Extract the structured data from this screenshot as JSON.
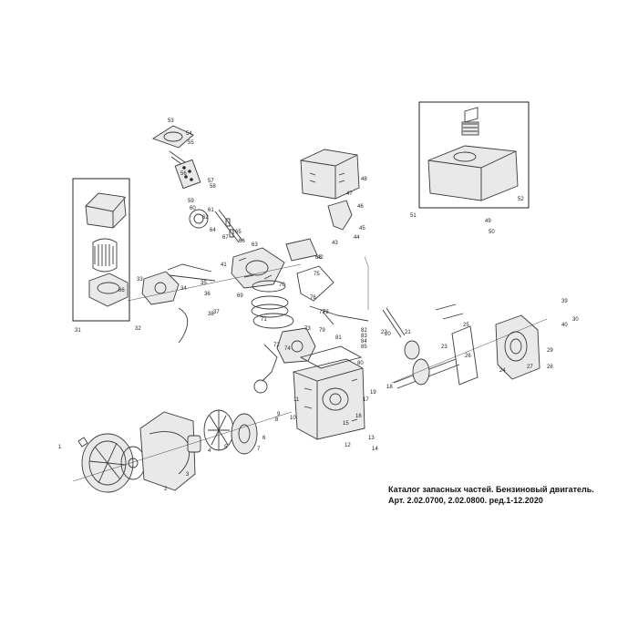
{
  "caption": {
    "line1": "Каталог запасных частей. Бензиновый двигатель.",
    "line2": "Арт. 2.02.0700, 2.02.0800.  ред.1-12.2020"
  },
  "callouts": [
    {
      "label": "53"
    },
    {
      "label": "54"
    },
    {
      "label": "55"
    },
    {
      "label": "56"
    },
    {
      "label": "57"
    },
    {
      "label": "58"
    },
    {
      "label": "59"
    },
    {
      "label": "60"
    },
    {
      "label": "61"
    },
    {
      "label": "62"
    },
    {
      "label": "63"
    },
    {
      "label": "64"
    },
    {
      "label": "65"
    },
    {
      "label": "66"
    },
    {
      "label": "67"
    },
    {
      "label": "68"
    },
    {
      "label": "69"
    },
    {
      "label": "70"
    },
    {
      "label": "71"
    },
    {
      "label": "72"
    },
    {
      "label": "73"
    },
    {
      "label": "74"
    },
    {
      "label": "75"
    },
    {
      "label": "76"
    },
    {
      "label": "77"
    },
    {
      "label": "78"
    },
    {
      "label": "79"
    },
    {
      "label": "80"
    },
    {
      "label": "81"
    },
    {
      "label": "82"
    },
    {
      "label": "83"
    },
    {
      "label": "84"
    },
    {
      "label": "85"
    },
    {
      "label": "86"
    },
    {
      "label": "48"
    },
    {
      "label": "47"
    },
    {
      "label": "46"
    },
    {
      "label": "45"
    },
    {
      "label": "44"
    },
    {
      "label": "43"
    },
    {
      "label": "51"
    },
    {
      "label": "52"
    },
    {
      "label": "49"
    },
    {
      "label": "50"
    },
    {
      "label": "31"
    },
    {
      "label": "32"
    },
    {
      "label": "33"
    },
    {
      "label": "34"
    },
    {
      "label": "35"
    },
    {
      "label": "36"
    },
    {
      "label": "37"
    },
    {
      "label": "38"
    },
    {
      "label": "39"
    },
    {
      "label": "40"
    },
    {
      "label": "41"
    },
    {
      "label": "42"
    },
    {
      "label": "20"
    },
    {
      "label": "21"
    },
    {
      "label": "22"
    },
    {
      "label": "23"
    },
    {
      "label": "24"
    },
    {
      "label": "25"
    },
    {
      "label": "26"
    },
    {
      "label": "27"
    },
    {
      "label": "28"
    },
    {
      "label": "29"
    },
    {
      "label": "30"
    },
    {
      "label": "1"
    },
    {
      "label": "2"
    },
    {
      "label": "3"
    },
    {
      "label": "4"
    },
    {
      "label": "5"
    },
    {
      "label": "6"
    },
    {
      "label": "7"
    },
    {
      "label": "8"
    },
    {
      "label": "9"
    },
    {
      "label": "10"
    },
    {
      "label": "11"
    },
    {
      "label": "12"
    },
    {
      "label": "13"
    },
    {
      "label": "14"
    },
    {
      "label": "15"
    },
    {
      "label": "16"
    },
    {
      "label": "17"
    },
    {
      "label": "18"
    },
    {
      "label": "19"
    }
  ]
}
